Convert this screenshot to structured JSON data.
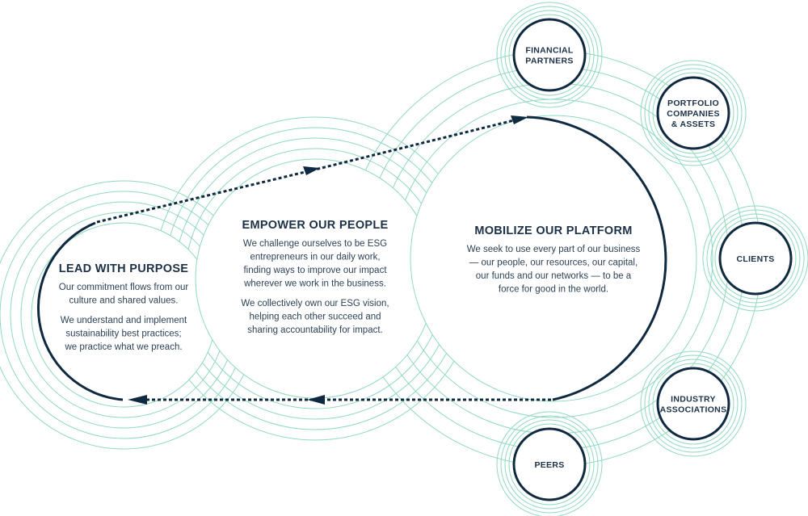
{
  "pillars": [
    {
      "title": "LEAD WITH PURPOSE",
      "lines": [
        "Our commitment flows from our",
        "culture and shared values.",
        "",
        "We understand and implement",
        "sustainability best practices;",
        "we practice what we preach."
      ]
    },
    {
      "title": "EMPOWER OUR PEOPLE",
      "lines": [
        "We challenge ourselves to be ESG",
        "entrepreneurs in our daily work,",
        "finding ways to improve our impact",
        "wherever we work in the business.",
        "",
        "We collectively own our ESG vision,",
        "helping each other succeed and",
        "sharing accountability for impact."
      ]
    },
    {
      "title": "MOBILIZE OUR PLATFORM",
      "lines": [
        "We seek to use every part of our business",
        "— our people, our resources, our capital,",
        "our funds and our networks — to be a",
        "force for good in the world."
      ]
    }
  ],
  "stakeholders": [
    {
      "lines": [
        "FINANCIAL",
        "PARTNERS"
      ]
    },
    {
      "lines": [
        "PORTFOLIO",
        "COMPANIES",
        "& ASSETS"
      ]
    },
    {
      "lines": [
        "CLIENTS"
      ]
    },
    {
      "lines": [
        "INDUSTRY",
        "ASSOCIATIONS"
      ]
    },
    {
      "lines": [
        "PEERS"
      ]
    }
  ],
  "colors": {
    "navy": "#0f2a40",
    "ring": "#8fd9bd"
  }
}
